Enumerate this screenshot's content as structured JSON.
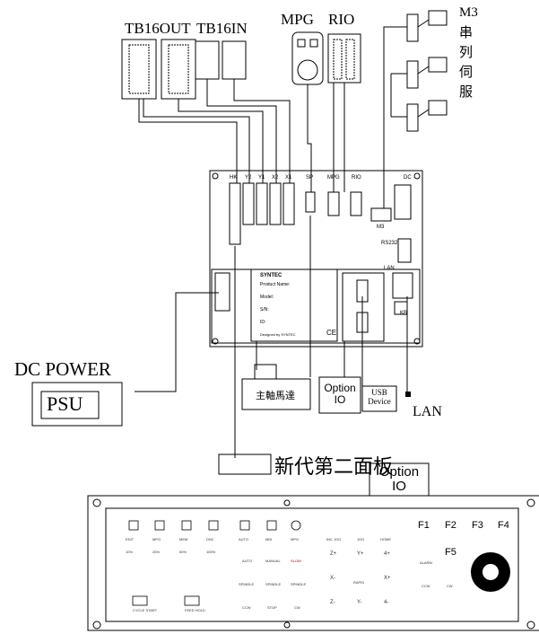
{
  "top_labels": {
    "tb16out": "TB16OUT",
    "tb16in": "TB16IN",
    "mpg": "MPG",
    "rio": "RIO",
    "m3": "M3",
    "servo_zh": [
      "串",
      "列",
      "伺",
      "服"
    ]
  },
  "controller": {
    "ports": [
      "HK",
      "Y2",
      "Y1",
      "X2",
      "X1",
      "SP",
      "MPG",
      "RIO",
      "DC"
    ],
    "m3_port": "M3",
    "rs232_port": "RS232",
    "lan_port": "LAN",
    "kb_port": "KB",
    "brand": "SYNTEC",
    "product_name_label": "Product Name:",
    "model_label": "Model:",
    "sn_label": "S/N:",
    "id_label": "ID:",
    "designed_by": "Designed by SYNTEC",
    "ce_mark": "CE"
  },
  "peripherals": {
    "dc_power": "DC POWER",
    "psu": "PSU",
    "spindle_motor": "主軸馬達",
    "option_io_1": "Option IO",
    "usb_device": "USB Device",
    "lan": "LAN",
    "new_panel": "新代第二面板",
    "option_io_2": "Option IO"
  },
  "panel": {
    "f_keys": [
      "F1",
      "F2",
      "F3",
      "F4",
      "F5"
    ],
    "row1": [
      "EDIT",
      "MPG",
      "MEM",
      "DNC",
      "AUTO",
      "MDI",
      "MPG",
      "INC JOG",
      "JOG",
      "HOME"
    ],
    "row_override": [
      "10%",
      "25%",
      "50%",
      "100%"
    ],
    "row_motion": [
      "AUTO",
      "MANUAL",
      "SLOW"
    ],
    "axis": [
      "Z+",
      "Y+",
      "4+",
      "X-",
      "RAPID",
      "X+",
      "Z-",
      "Y-",
      "4-"
    ],
    "spindle": [
      "SPINDLE",
      "SPINDLE",
      "SPINDLE"
    ],
    "spindle_dir": [
      "CCW",
      "STOP",
      "CW"
    ],
    "bottom": [
      "CYCLE START",
      "FEED HOLD"
    ],
    "right_keys": [
      "ALARM",
      "CCW",
      "CW"
    ]
  },
  "colors": {
    "line": "#000000",
    "panel_bg": "#ffffff",
    "slow_red": "#c00000"
  }
}
